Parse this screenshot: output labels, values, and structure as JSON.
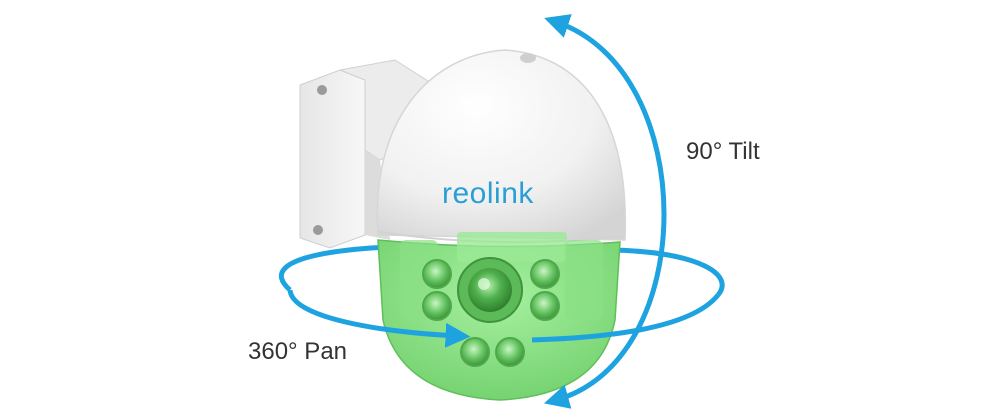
{
  "product": {
    "brand": "reolink"
  },
  "annotations": {
    "tilt_label": "90° Tilt",
    "pan_label": "360° Pan"
  },
  "colors": {
    "arrow": "#1ea3e0",
    "lens_housing": "#8ee58a",
    "brand": "#2a9fd6",
    "label_text": "#333333",
    "dome_shell": "#f2f2f2"
  },
  "icons": {
    "tilt_arrow": "vertical-double-headed-arc-arrow",
    "pan_arrow": "horizontal-elliptical-arrow"
  }
}
